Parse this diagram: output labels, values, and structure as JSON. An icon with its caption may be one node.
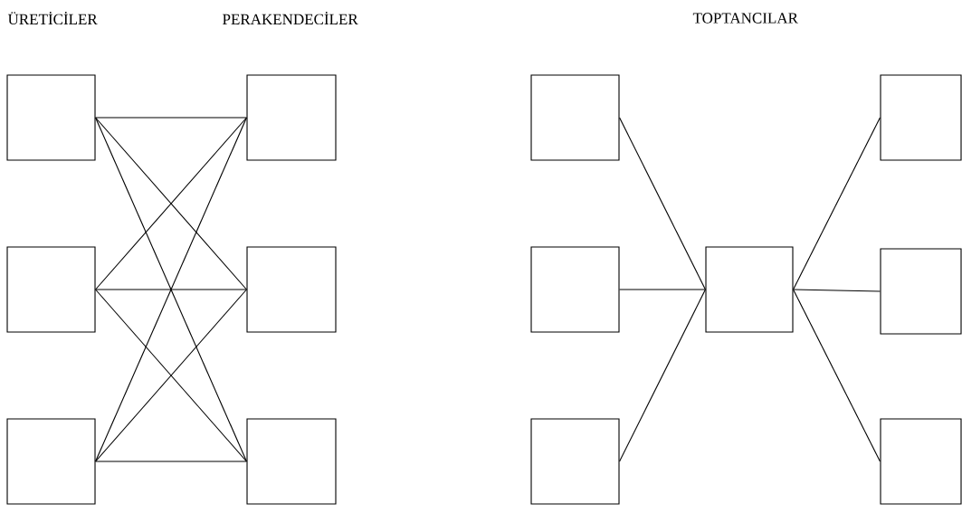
{
  "diagram": {
    "nodes": [
      {
        "text": [],
        "shape": "box"
      },
      {
        "text": [],
        "shape": "box"
      },
      {
        "text": [],
        "shape": "box"
      },
      {
        "text": [],
        "shape": "box"
      },
      {
        "text": [],
        "shape": "box"
      },
      {
        "text": [],
        "shape": "box"
      },
      {
        "text": [],
        "shape": "box"
      },
      {
        "text": [],
        "shape": "box"
      },
      {
        "text": [],
        "shape": "box"
      },
      {
        "text": [],
        "shape": "box"
      },
      {
        "text": [],
        "shape": "box"
      },
      {
        "text": [],
        "shape": "box"
      },
      {
        "text": [],
        "shape": "box"
      }
    ],
    "edges": [
      {
        "from": 0,
        "to": 3,
        "arrow": "none"
      },
      {
        "from": 0,
        "to": 4,
        "arrow": "none"
      },
      {
        "from": 0,
        "to": 5,
        "arrow": "none"
      },
      {
        "from": 1,
        "to": 3,
        "arrow": "none"
      },
      {
        "from": 1,
        "to": 4,
        "arrow": "none"
      },
      {
        "from": 1,
        "to": 5,
        "arrow": "none"
      },
      {
        "from": 2,
        "to": 3,
        "arrow": "none"
      },
      {
        "from": 2,
        "to": 4,
        "arrow": "none"
      },
      {
        "from": 2,
        "to": 5,
        "arrow": "none"
      },
      {
        "from": 6,
        "to": 9,
        "arrow": "none"
      },
      {
        "from": 7,
        "to": 9,
        "arrow": "none"
      },
      {
        "from": 8,
        "to": 9,
        "arrow": "none"
      },
      {
        "from": 9,
        "to": 10,
        "arrow": "none"
      },
      {
        "from": 9,
        "to": 11,
        "arrow": "none"
      },
      {
        "from": 9,
        "to": 12,
        "arrow": "none"
      }
    ],
    "labels": [
      "ÜRETİCİLER",
      "PERAKENDECİLER",
      "TOPTANCILAR"
    ]
  }
}
